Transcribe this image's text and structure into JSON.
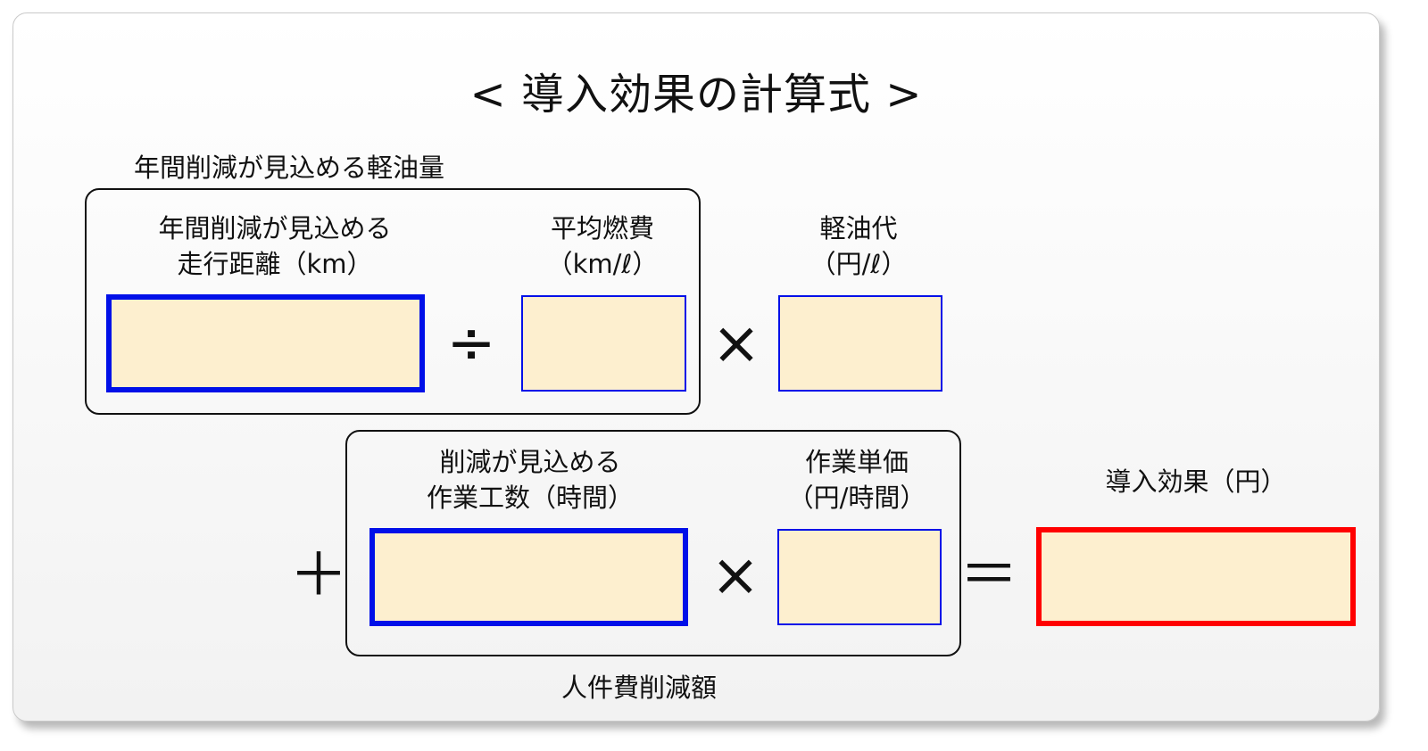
{
  "title": "< 導入効果の計算式 >",
  "fuel_group": {
    "label": "年間削減が見込める軽油量",
    "distance": {
      "label_line1": "年間削減が見込める",
      "label_line2": "走行距離（km）"
    },
    "divide_op": "÷",
    "efficiency": {
      "label_line1": "平均燃費",
      "label_line2": "（km/ℓ）"
    }
  },
  "multiply_op_1": "×",
  "diesel_price": {
    "label_line1": "軽油代",
    "label_line2": "（円/ℓ）"
  },
  "plus_op": "＋",
  "labor_group": {
    "label": "人件費削減額",
    "hours": {
      "label_line1": "削減が見込める",
      "label_line2": "作業工数（時間）"
    },
    "multiply_op": "×",
    "unit_price": {
      "label_line1": "作業単価",
      "label_line2": "（円/時間）"
    }
  },
  "equals_op": "＝",
  "result": {
    "label": "導入効果（円）"
  },
  "colors": {
    "field_fill": "#fdefcf",
    "input_border": "#0010e8",
    "result_border": "#ff0000"
  }
}
